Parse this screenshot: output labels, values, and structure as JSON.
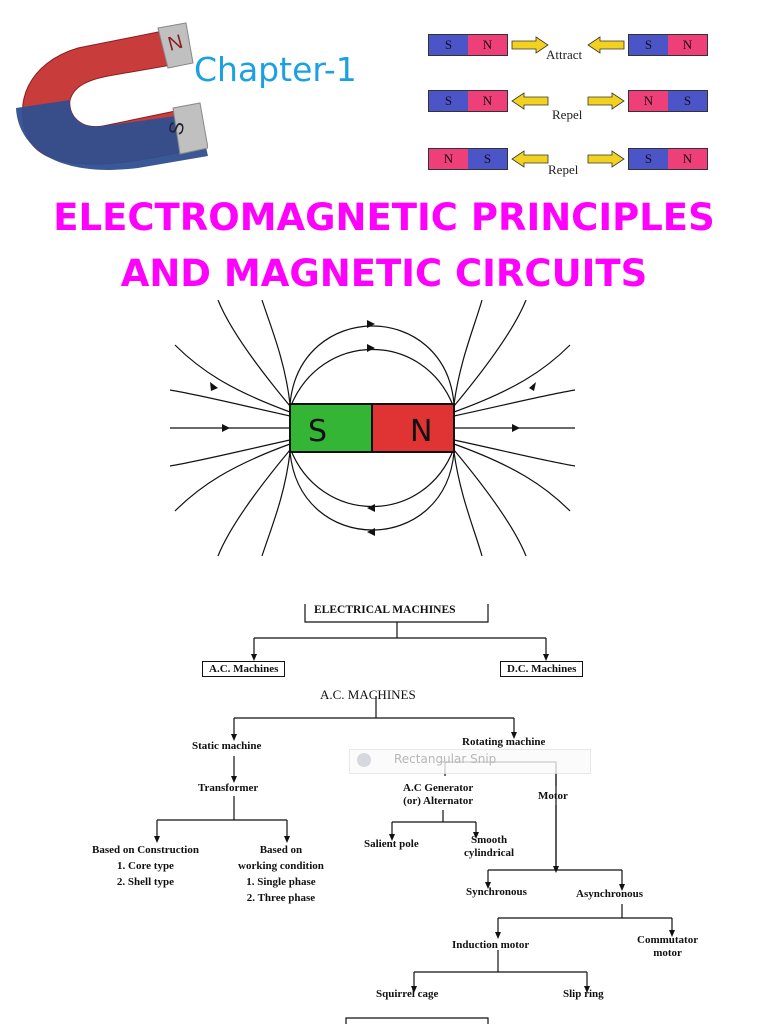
{
  "header": {
    "chapter": "Chapter-1",
    "title_line1": "ELECTROMAGNETIC PRINCIPLES",
    "title_line2": "AND MAGNETIC CIRCUITS"
  },
  "horseshoe": {
    "north_label": "N",
    "south_label": "S"
  },
  "attraction_diagram": {
    "rows": [
      {
        "left": [
          "S",
          "N"
        ],
        "right": [
          "S",
          "N"
        ],
        "label": "Attract"
      },
      {
        "left": [
          "S",
          "N"
        ],
        "right": [
          "N",
          "S"
        ],
        "label": "Repel"
      },
      {
        "left": [
          "N",
          "S"
        ],
        "right": [
          "S",
          "N"
        ],
        "label": "Repel"
      }
    ]
  },
  "bar_magnet": {
    "south": "S",
    "north": "N"
  },
  "classification": {
    "root": "ELECTRICAL MACHINES",
    "ac": "A.C. Machines",
    "dc": "D.C. Machines",
    "ac_heading": "A.C. MACHINES",
    "static": "Static machine",
    "rotating": "Rotating machine",
    "transformer": "Transformer",
    "construction": [
      "Based on Construction",
      "1. Core type",
      "2. Shell type"
    ],
    "working": [
      "Based on",
      "working condition",
      "1. Single phase",
      "2. Three phase"
    ],
    "generator": [
      "A.C Generator",
      "(or) Alternator"
    ],
    "motor": "Motor",
    "salient": "Salient pole",
    "smooth": [
      "Smooth",
      "cylindrical"
    ],
    "synchronous": "Synchronous",
    "asynchronous": "Asynchronous",
    "induction": "Induction motor",
    "commutator": [
      "Commutator",
      "motor"
    ],
    "squirrel": "Squirrel cage",
    "slip": "Slip ring"
  },
  "overlay": {
    "snip_label": "Rectangular Snip"
  },
  "colors": {
    "title": "#ff00ff",
    "chapter": "#1ba1e2",
    "north": "#ee3f78",
    "south": "#4b55c8"
  }
}
